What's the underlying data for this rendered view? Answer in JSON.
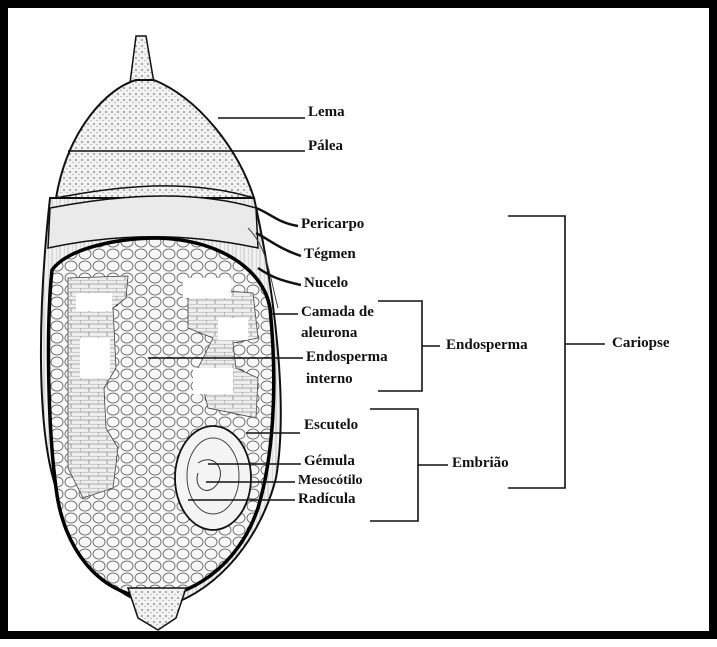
{
  "labels": {
    "lema": "Lema",
    "palea": "Pálea",
    "pericarpo": "Pericarpo",
    "tegmen": "Tégmen",
    "nucelo": "Nucelo",
    "camada_1": "Camada de",
    "camada_2": "aleurona",
    "endo_interno_1": "Endosperma",
    "endo_interno_2": "interno",
    "escutelo": "Escutelo",
    "gemula": "Gémula",
    "mesocotilo": "Mesocótilo",
    "radicula": "Radícula",
    "endosperma": "Endosperma",
    "embriao": "Embrião",
    "cariopse": "Cariopse"
  },
  "colors": {
    "line": "#111111",
    "seed_fill": "#e9e9e9",
    "cell_fill": "#f5f5f5"
  }
}
